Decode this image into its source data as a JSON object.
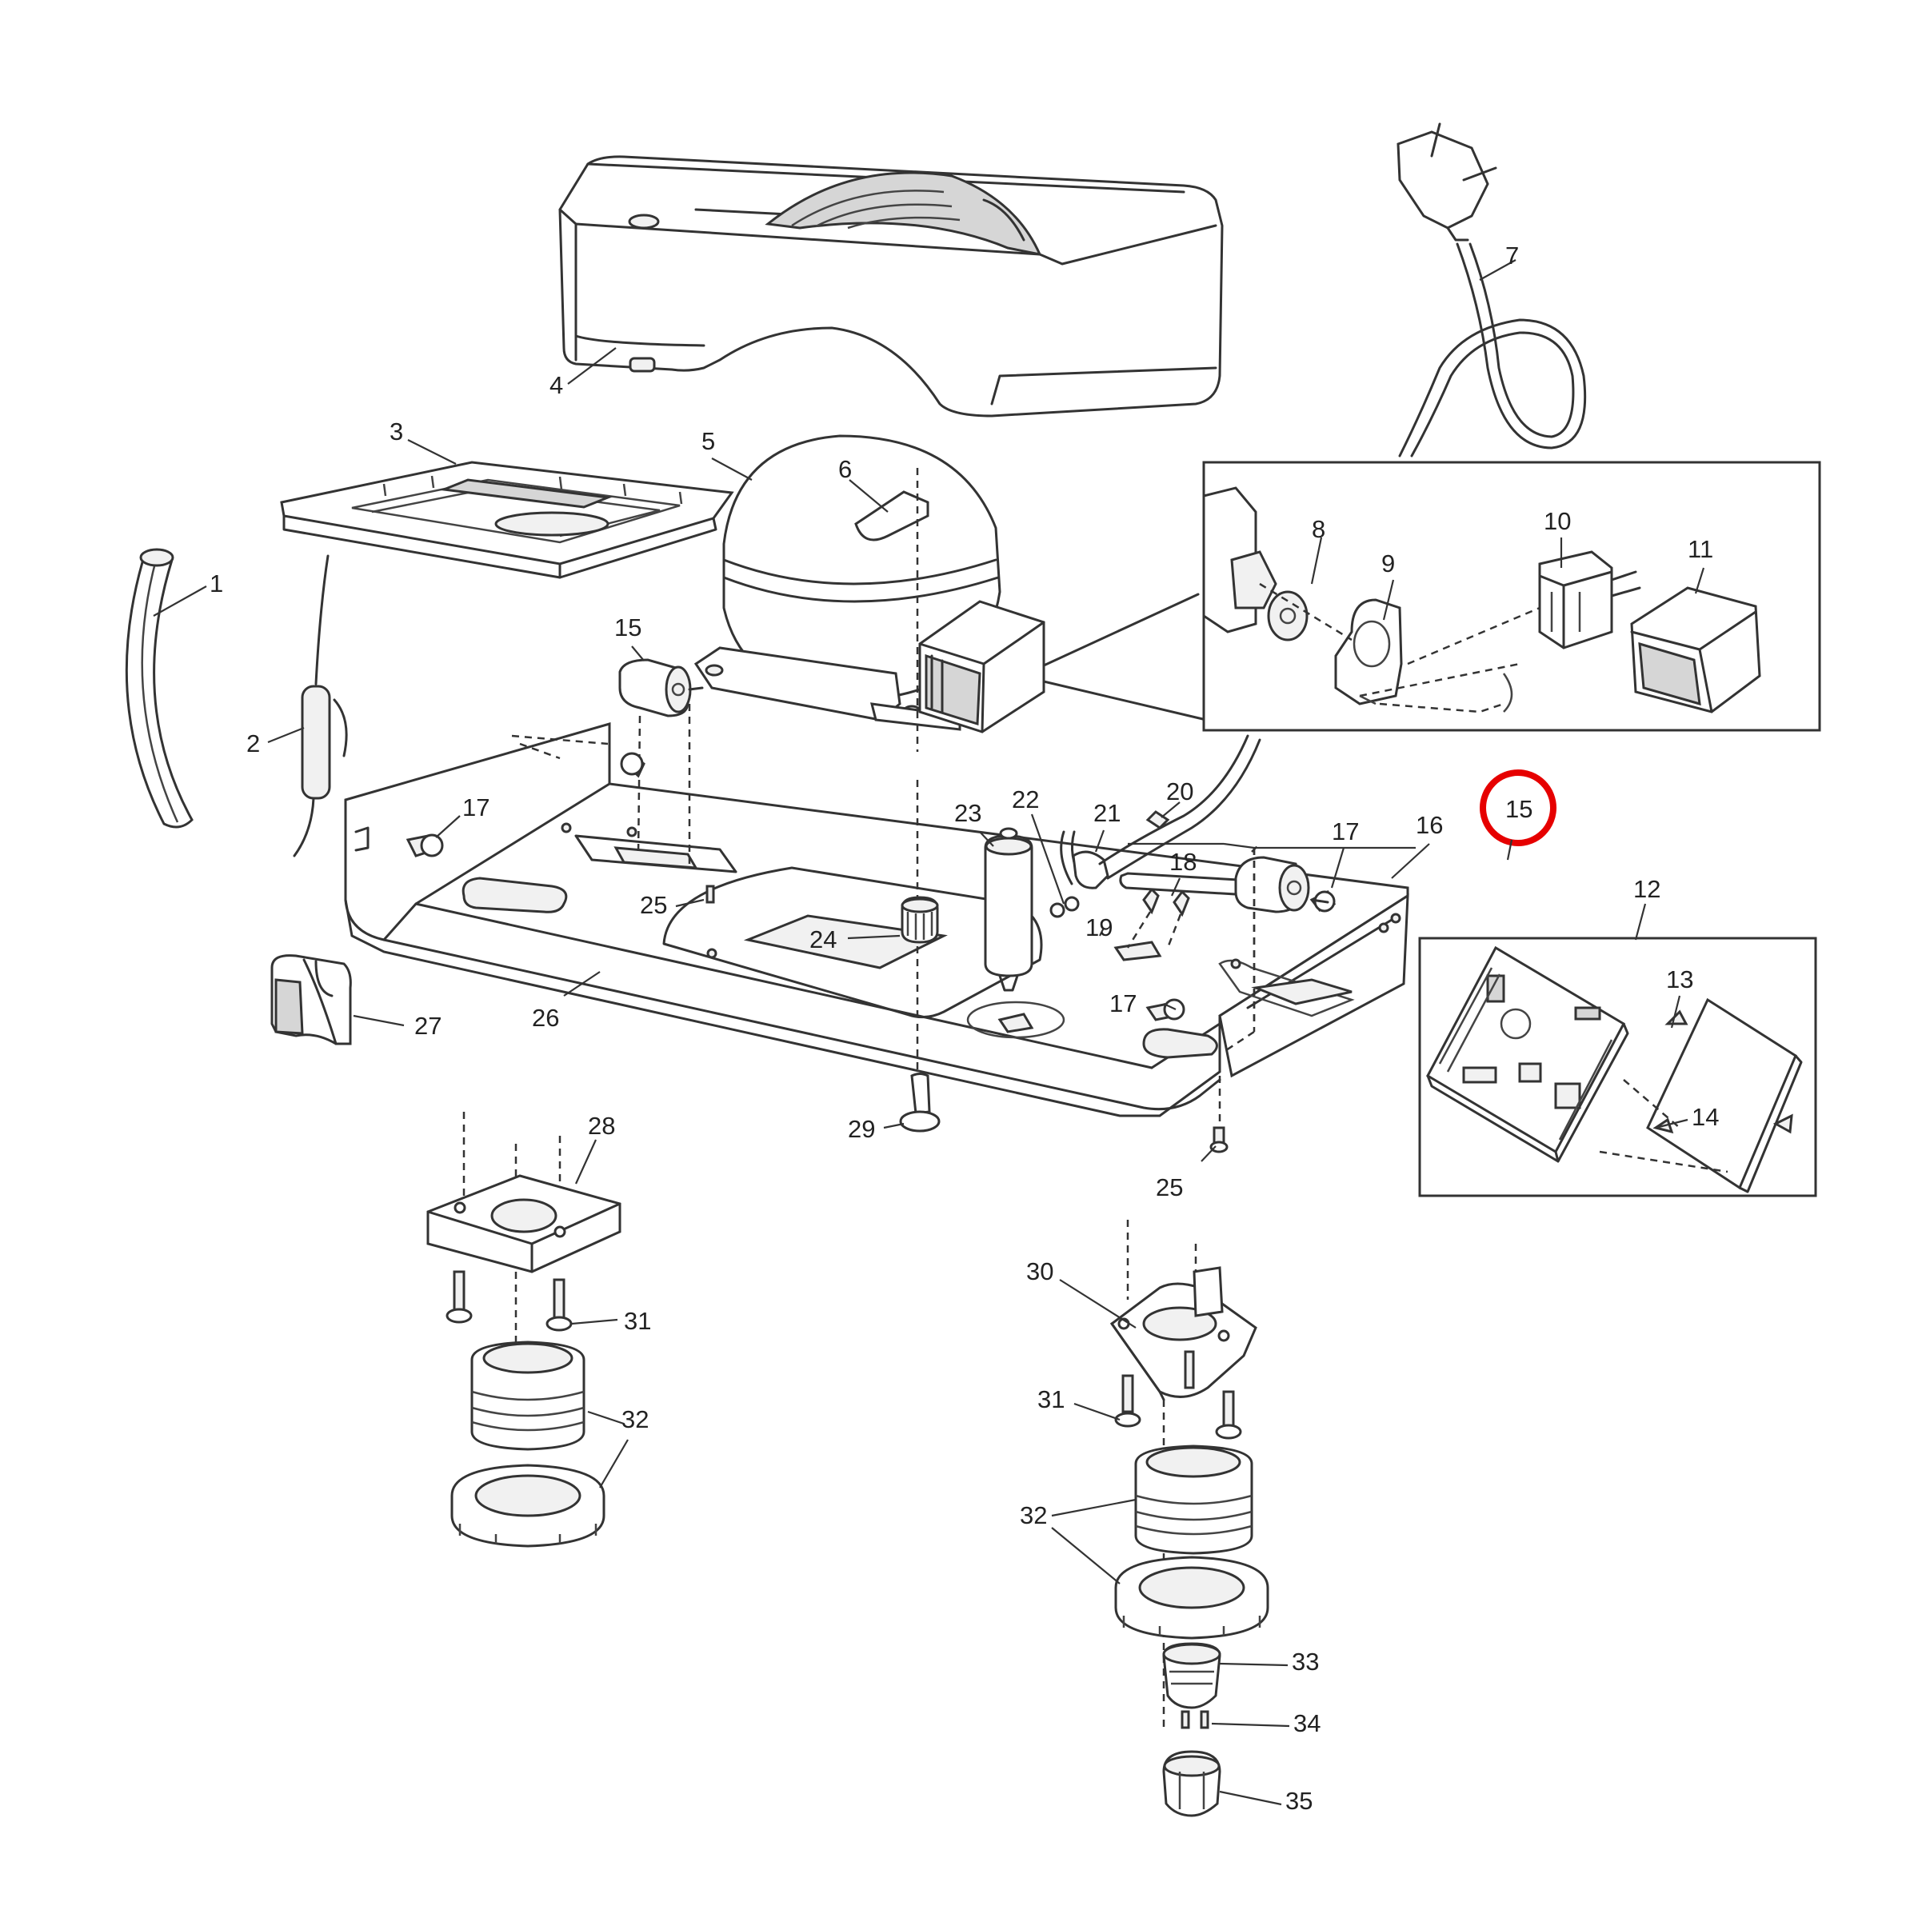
{
  "diagram": {
    "highlight_color": "#e60000",
    "line_color": "#333333",
    "callouts": [
      {
        "id": "c1",
        "text": "1"
      },
      {
        "id": "c2",
        "text": "2"
      },
      {
        "id": "c3",
        "text": "3"
      },
      {
        "id": "c4",
        "text": "4"
      },
      {
        "id": "c5",
        "text": "5"
      },
      {
        "id": "c6",
        "text": "6"
      },
      {
        "id": "c7",
        "text": "7"
      },
      {
        "id": "c8",
        "text": "8"
      },
      {
        "id": "c9",
        "text": "9"
      },
      {
        "id": "c10",
        "text": "10"
      },
      {
        "id": "c11",
        "text": "11"
      },
      {
        "id": "c12",
        "text": "12"
      },
      {
        "id": "c13",
        "text": "13"
      },
      {
        "id": "c14",
        "text": "14"
      },
      {
        "id": "c15a",
        "text": "15"
      },
      {
        "id": "c15b",
        "text": "15"
      },
      {
        "id": "c16",
        "text": "16"
      },
      {
        "id": "c17a",
        "text": "17"
      },
      {
        "id": "c17b",
        "text": "17"
      },
      {
        "id": "c17c",
        "text": "17"
      },
      {
        "id": "c18",
        "text": "18"
      },
      {
        "id": "c19",
        "text": "19"
      },
      {
        "id": "c20",
        "text": "20"
      },
      {
        "id": "c21",
        "text": "21"
      },
      {
        "id": "c22",
        "text": "22"
      },
      {
        "id": "c23",
        "text": "23"
      },
      {
        "id": "c24",
        "text": "24"
      },
      {
        "id": "c25a",
        "text": "25"
      },
      {
        "id": "c25b",
        "text": "25"
      },
      {
        "id": "c26",
        "text": "26"
      },
      {
        "id": "c27",
        "text": "27"
      },
      {
        "id": "c28",
        "text": "28"
      },
      {
        "id": "c29",
        "text": "29"
      },
      {
        "id": "c30",
        "text": "30"
      },
      {
        "id": "c31a",
        "text": "31"
      },
      {
        "id": "c31b",
        "text": "31"
      },
      {
        "id": "c32a",
        "text": "32"
      },
      {
        "id": "c32b",
        "text": "32"
      },
      {
        "id": "c33",
        "text": "33"
      },
      {
        "id": "c34",
        "text": "34"
      },
      {
        "id": "c35",
        "text": "35"
      }
    ]
  }
}
